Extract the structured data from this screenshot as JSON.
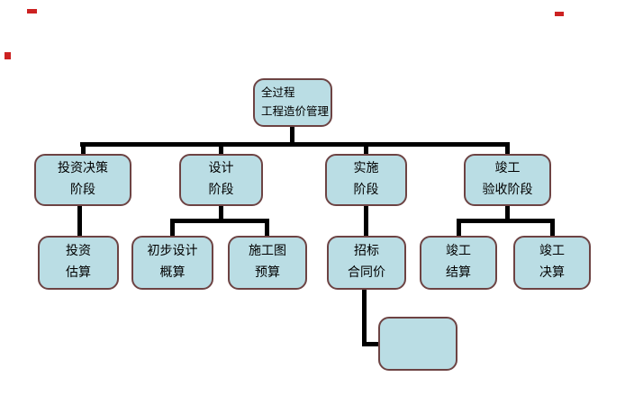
{
  "nodes": {
    "root": {
      "line1": "全过程",
      "line2": "工程造价管理"
    },
    "invest_decision": {
      "line1": "投资决策",
      "line2": "阶段"
    },
    "design": {
      "line1": "设计",
      "line2": "阶段"
    },
    "implementation": {
      "line1": "实施",
      "line2": "阶段"
    },
    "completion_acceptance": {
      "line1": "竣工",
      "line2": "验收阶段"
    },
    "investment_estimate": {
      "line1": "投资",
      "line2": "估算"
    },
    "preliminary_design_estimate": {
      "line1": "初步设计",
      "line2": "概算"
    },
    "construction_drawing_budget": {
      "line1": "施工图",
      "line2": "预算"
    },
    "tender_contract_price": {
      "line1": "招标",
      "line2": "合同价"
    },
    "completion_settlement": {
      "line1": "竣工",
      "line2": "结算"
    },
    "completion_final_account": {
      "line1": "竣工",
      "line2": "决算"
    },
    "unlabeled": {
      "line1": "",
      "line2": ""
    }
  },
  "colors": {
    "background": "#ffffff",
    "box_fill": "#badde4",
    "box_border": "#6d4343",
    "connector": "#000000",
    "artifact_red": "#cc2222"
  }
}
